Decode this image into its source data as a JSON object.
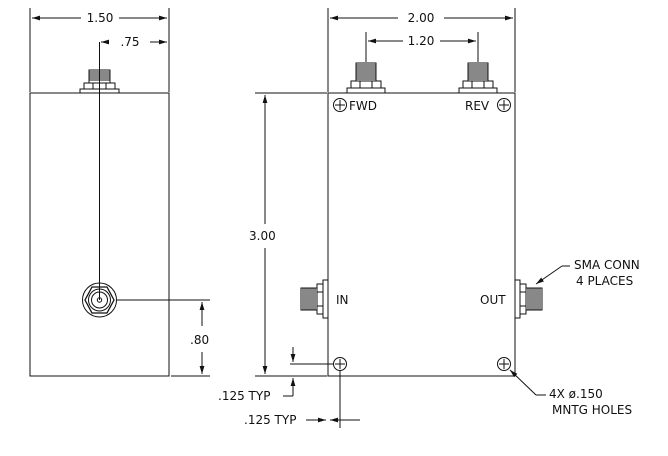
{
  "dimensions": {
    "side_width": "1.50",
    "side_conn_offset": ".75",
    "side_height_conn": ".80",
    "front_width": "2.00",
    "front_conn_spacing": "1.20",
    "front_height": "3.00",
    "hole_offset_v": ".125 TYP",
    "hole_offset_h": ".125 TYP"
  },
  "labels": {
    "fwd": "FWD",
    "rev": "REV",
    "in": "IN",
    "out": "OUT"
  },
  "notes": {
    "sma_line1": "SMA CONN",
    "sma_line2": "4 PLACES",
    "holes_line1": "4X ø.150",
    "holes_line2": "MNTG HOLES"
  }
}
